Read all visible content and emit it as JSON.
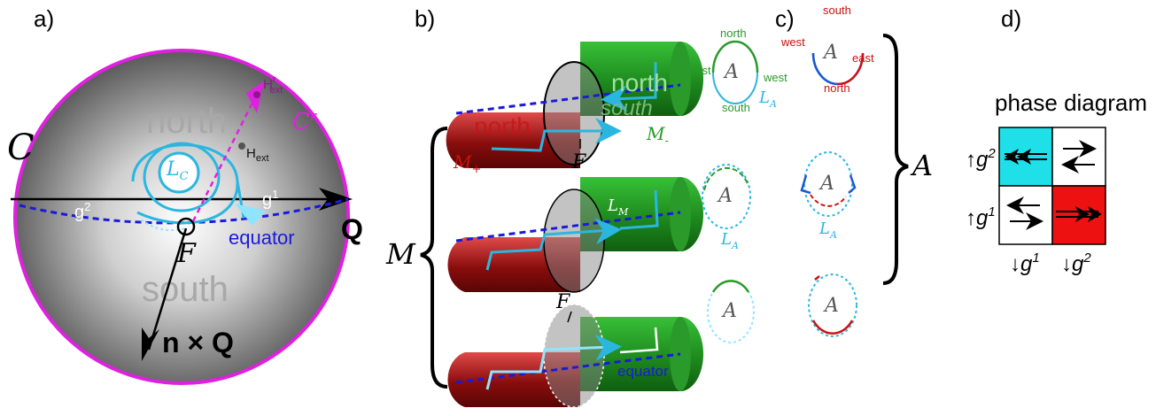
{
  "panels": {
    "a": {
      "label": "a)",
      "north": "north",
      "south": "south",
      "C": "C",
      "Cr": "C",
      "Cr_sup": "r",
      "LC": "L",
      "LC_sub": "C",
      "g2": "g",
      "g2_sup": "2",
      "g1": "g",
      "g1_sup": "1",
      "equator": "equator",
      "F": "F",
      "Q": "Q",
      "nxQ": "n × Q",
      "Hext": "H",
      "Hext_sub": "ext",
      "Hextr": "H",
      "Hextr_sub": "ext",
      "Hextr_sup": "r"
    },
    "b": {
      "label": "b)",
      "M": "M",
      "Mplus": "M",
      "Mplus_sub": "+",
      "Mminus": "M",
      "Mminus_sub": "-",
      "north_red": "north",
      "north_green": "north",
      "south": "south",
      "F_top": "F",
      "F_bottom": "F",
      "LM": "L",
      "LM_sub": "M",
      "equator": "equator",
      "LA_1": "L",
      "LA_2": "L",
      "LA_sub": "A",
      "A_1": "A",
      "A_2": "A",
      "A_3": "A",
      "north": "north",
      "east": "east",
      "west": "west",
      "south_green": "south"
    },
    "c": {
      "label": "c)",
      "south": "south",
      "west": "west",
      "east": "east",
      "north": "north",
      "A_big": "A",
      "A_1": "A",
      "A_2": "A",
      "A_3": "A",
      "LA": "L",
      "LA_sub": "A"
    },
    "d": {
      "label": "d)",
      "title": "phase diagram",
      "row_labels": [
        "g",
        "g"
      ],
      "row_sups": [
        "2",
        "1"
      ],
      "col_labels": [
        "g",
        "g"
      ],
      "col_sups": [
        "1",
        "2"
      ]
    }
  },
  "colors": {
    "magenta": "#e020e0",
    "cyan": "#2bb6e0",
    "blue": "#1a1adb",
    "red": "#cc1111",
    "green": "#2a9a2a",
    "cell_cyan": "#1fe0e8",
    "cell_red": "#ee1111"
  }
}
